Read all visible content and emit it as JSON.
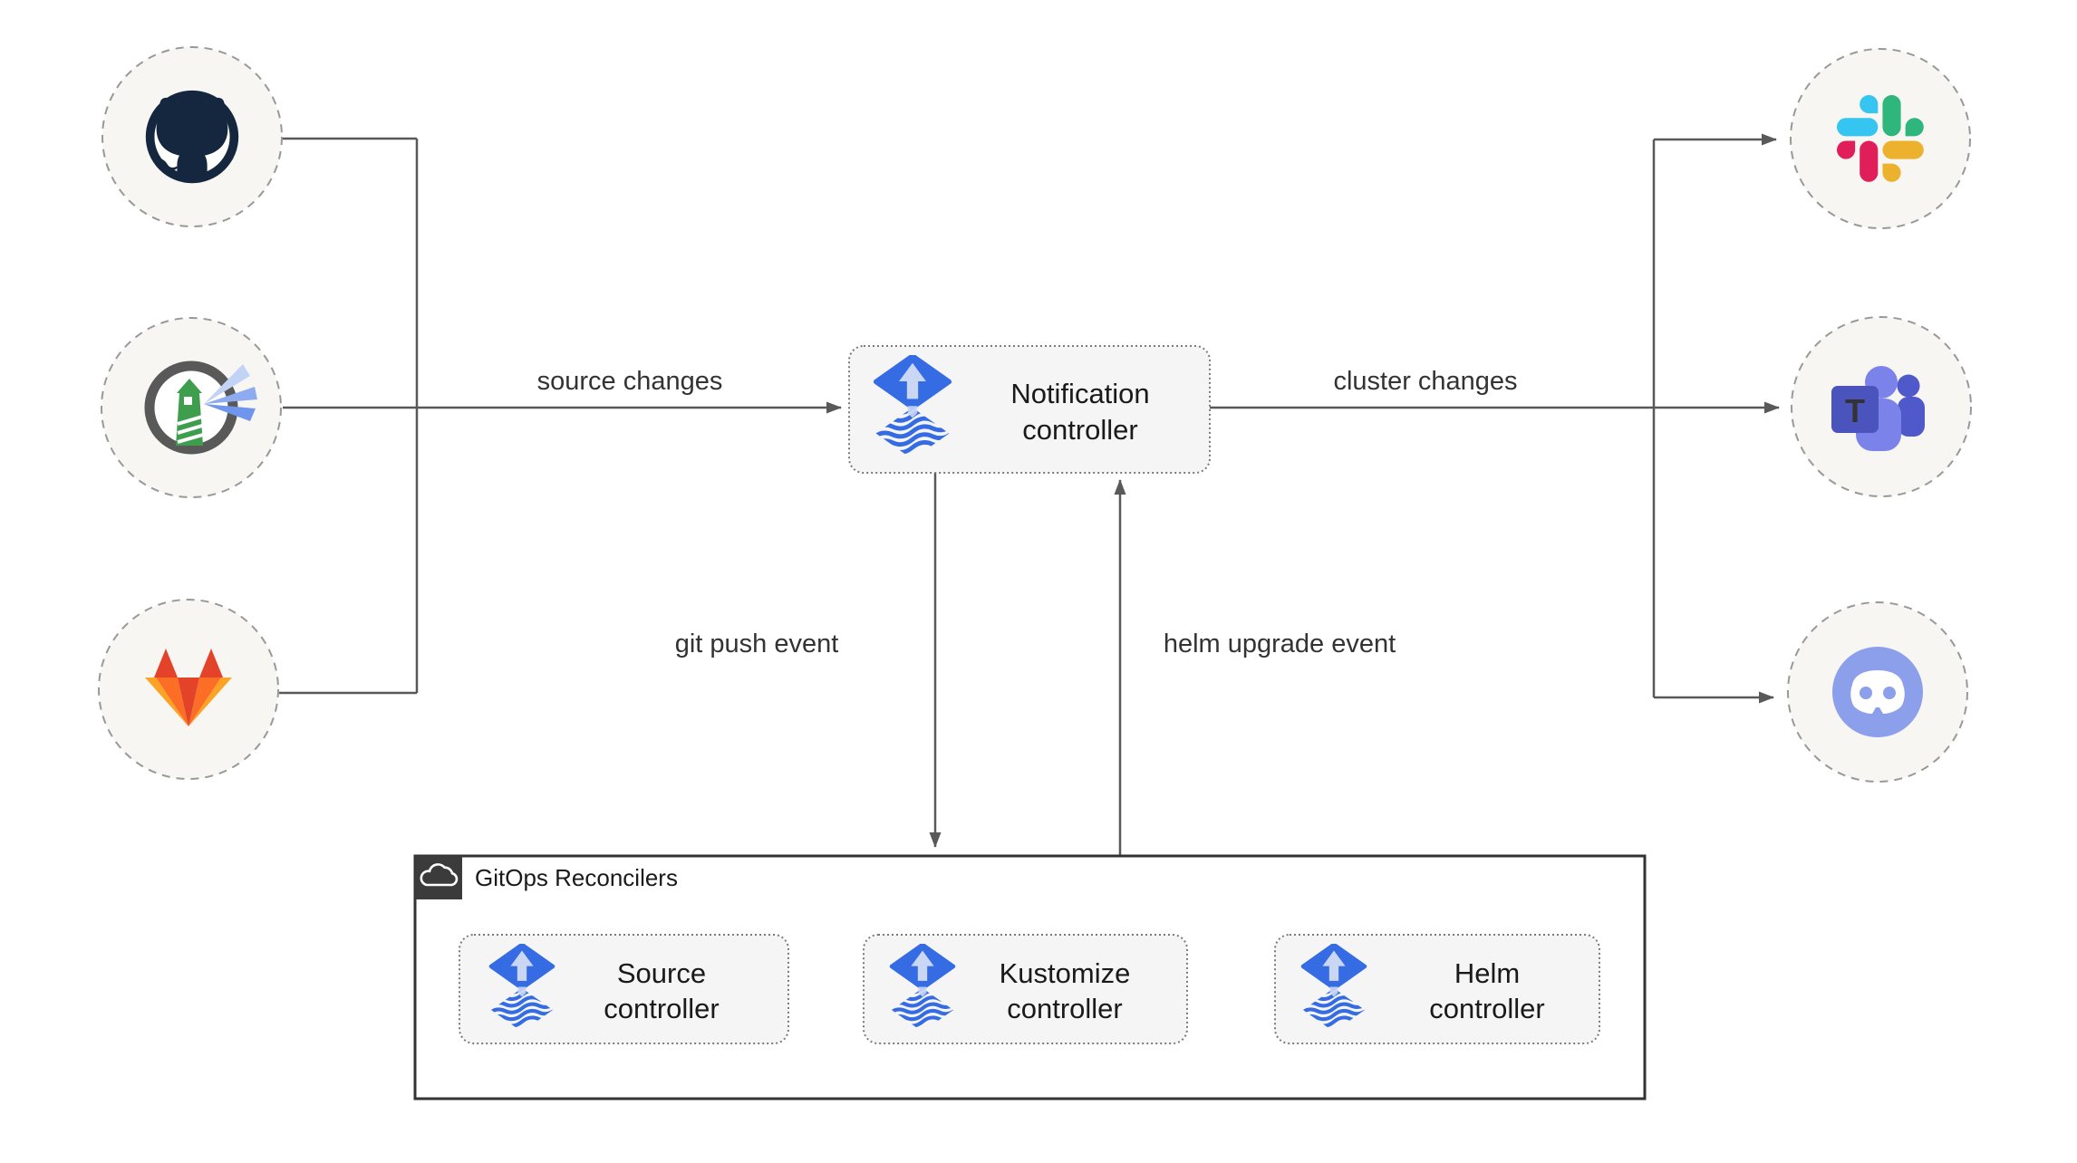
{
  "nodes": {
    "notification": {
      "line1": "Notification",
      "line2": "controller"
    },
    "source": {
      "line1": "Source",
      "line2": "controller"
    },
    "kustomize": {
      "line1": "Kustomize",
      "line2": "controller"
    },
    "helm": {
      "line1": "Helm",
      "line2": "controller"
    },
    "gitops_container": {
      "title": "GitOps Reconcilers",
      "icon": "cloud-icon"
    }
  },
  "edges": {
    "source_changes": {
      "label": "source changes"
    },
    "cluster_changes": {
      "label": "cluster changes"
    },
    "git_push_event": {
      "label": "git push event"
    },
    "helm_upgrade_event": {
      "label": "helm upgrade event"
    }
  },
  "sources": [
    {
      "icon": "github-icon"
    },
    {
      "icon": "harbor-icon"
    },
    {
      "icon": "gitlab-icon"
    }
  ],
  "targets": [
    {
      "icon": "slack-icon"
    },
    {
      "icon": "teams-icon"
    },
    {
      "icon": "discord-icon"
    }
  ],
  "icons": {
    "flux": "flux-icon"
  },
  "colors": {
    "edge": "#595959",
    "flux_blue": "#356CE4",
    "flux_light": "#C9D7F5",
    "node_fill": "#f5f5f5",
    "circle_fill": "#f7f6f2",
    "gitops_tab": "#3b3b3b",
    "github_dark": "#15273f",
    "harbor_green": "#3e9e4e",
    "gitlab_red": "#E24329",
    "gitlab_orange": "#FC6D26",
    "gitlab_amber": "#FCA326",
    "slack_blue": "#36C5F0",
    "slack_green": "#2EB67D",
    "slack_yellow": "#ECB22E",
    "slack_pink": "#E01E5A",
    "teams_purple": "#7b83eb",
    "teams_dark": "#4b53bc",
    "teams_mid": "#5059c9",
    "discord_blurple": "#8c9fea"
  }
}
